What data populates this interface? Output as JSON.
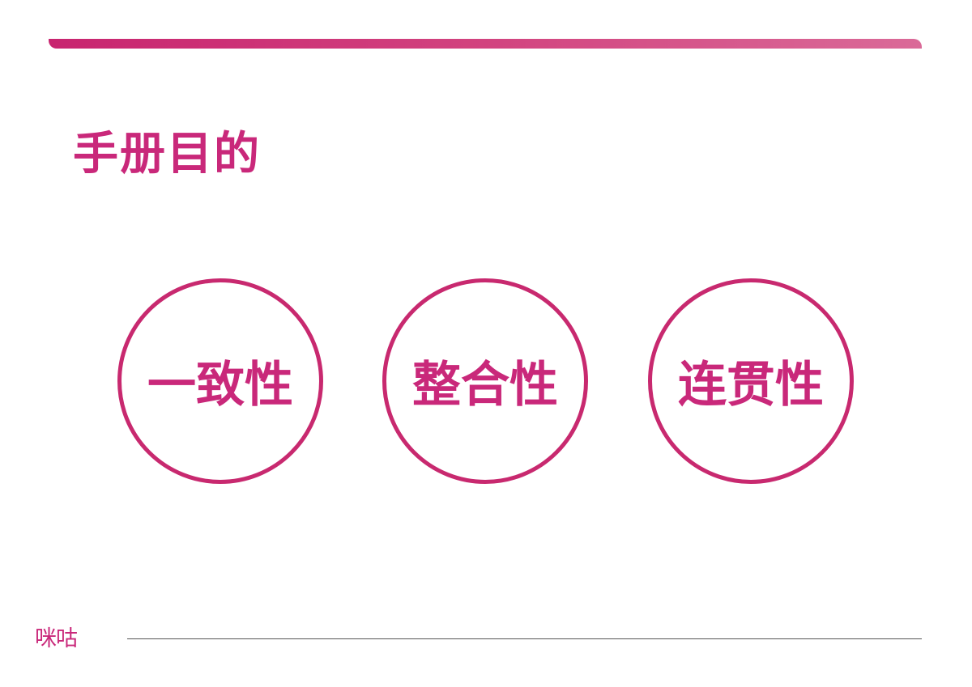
{
  "slide": {
    "title": "手册目的",
    "circles": [
      {
        "label": "一致性"
      },
      {
        "label": "整合性"
      },
      {
        "label": "连贯性"
      }
    ],
    "footer": {
      "logo_text": "咪咕"
    }
  },
  "colors": {
    "accent": "#C8286F",
    "top_bar_gradient_start": "#C8246F",
    "top_bar_gradient_end": "#DA6A98",
    "footer_line": "#555555",
    "background": "#FFFFFF"
  }
}
